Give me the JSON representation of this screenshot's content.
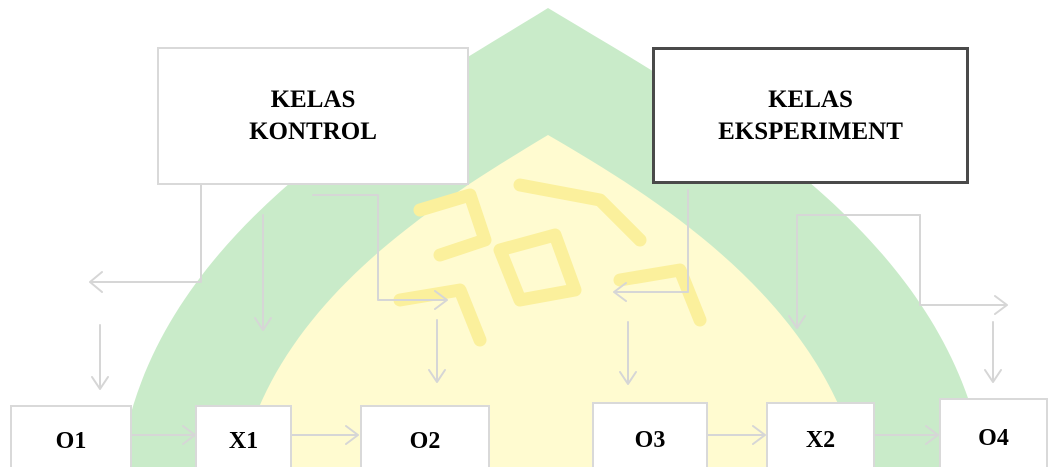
{
  "diagram": {
    "control_class": {
      "line1": "KELAS",
      "line2": "KONTROL"
    },
    "experiment_class": {
      "line1": "KELAS",
      "line2": "EKSPERIMENT"
    },
    "nodes": {
      "o1": "O1",
      "x1": "X1",
      "o2": "O2",
      "o3": "O3",
      "x2": "X2",
      "o4": "O4"
    }
  },
  "colors": {
    "connector": "#d6d6d6",
    "box_border_light": "#d9d9d9",
    "box_border_dark": "#4a4a4a",
    "watermark_green": "#c9ebc9",
    "watermark_yellow": "#fffbd0"
  }
}
